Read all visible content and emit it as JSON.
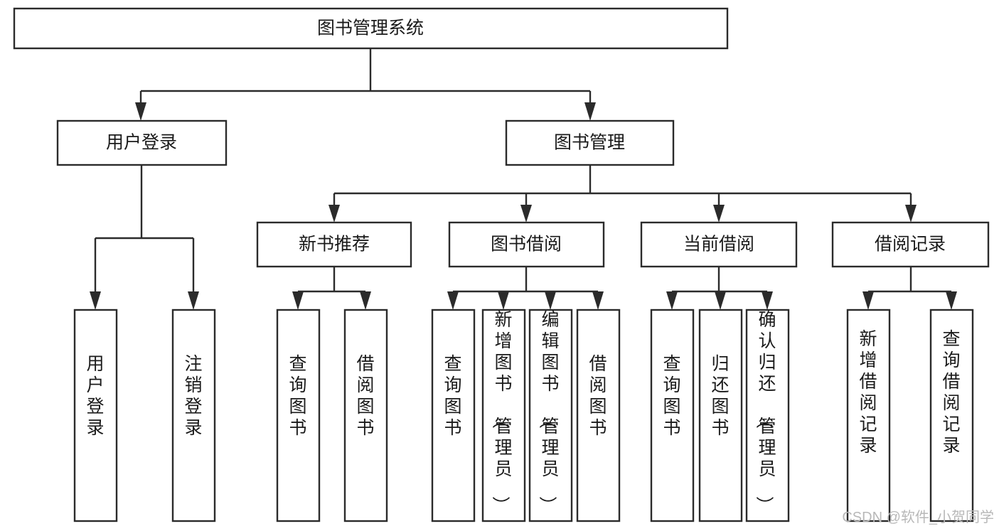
{
  "diagram": {
    "title": "图书管理系统",
    "type": "tree-hierarchy-flowchart",
    "orientation": "top-down",
    "colors": {
      "node_stroke": "#2b2b2b",
      "node_fill": "#ffffff",
      "connector": "#2b2b2b",
      "label": "#1a1a1a",
      "canvas": "#ffffff",
      "watermark": "#b8b8b8"
    },
    "root": {
      "label": "图书管理系统"
    },
    "level2": [
      {
        "label": "用户登录"
      },
      {
        "label": "图书管理"
      }
    ],
    "level3": [
      {
        "label": "新书推荐"
      },
      {
        "label": "图书借阅"
      },
      {
        "label": "当前借阅"
      },
      {
        "label": "借阅记录"
      }
    ],
    "leaves": {
      "user_login": [
        {
          "label": "用户登录"
        },
        {
          "label": "注销登录"
        }
      ],
      "new_book_recommend": [
        {
          "label": "查询图书"
        },
        {
          "label": "借阅图书"
        }
      ],
      "book_borrow": [
        {
          "label": "查询图书"
        },
        {
          "label": "新增图书（管理员）"
        },
        {
          "label": "编辑图书（管理员）"
        },
        {
          "label": "借阅图书"
        }
      ],
      "current_borrow": [
        {
          "label": "查询图书"
        },
        {
          "label": "归还图书"
        },
        {
          "label": "确认归还（管理员）"
        }
      ],
      "borrow_record": [
        {
          "label": "新增借阅记录"
        },
        {
          "label": "查询借阅记录"
        }
      ]
    }
  },
  "watermark": {
    "text": "CSDN @软件_小贺同学"
  }
}
